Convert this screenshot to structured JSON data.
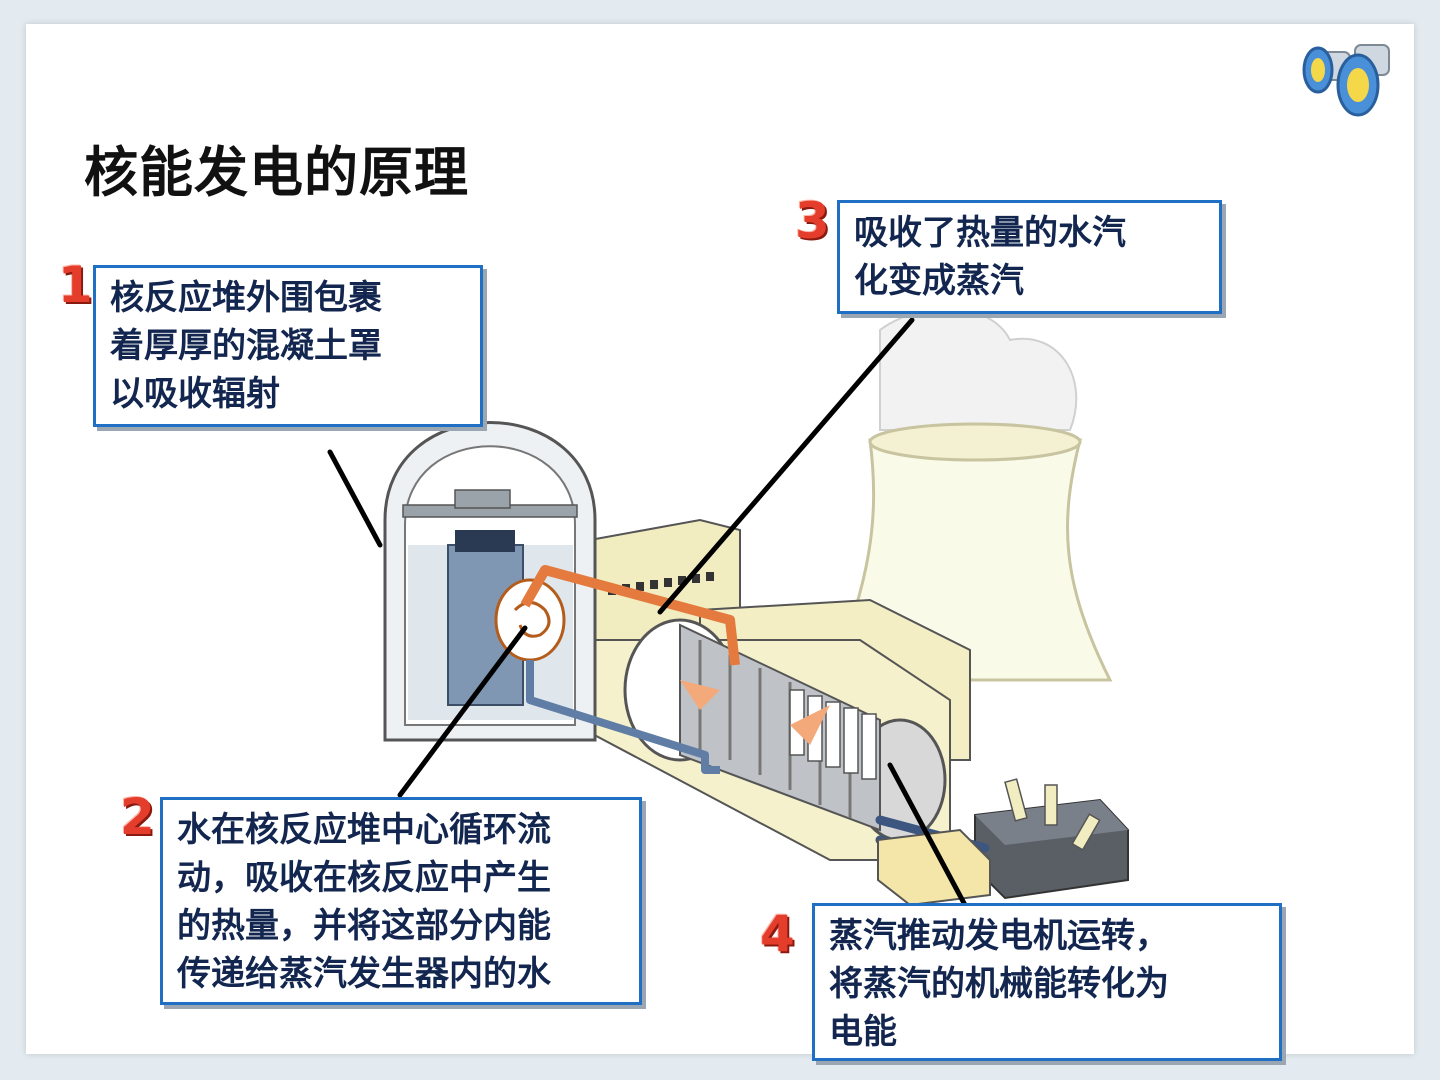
{
  "title": "核能发电的原理",
  "callouts": [
    {
      "number": "1",
      "lines": [
        "核反应堆外围包裹",
        "着厚厚的混凝土罩",
        "以吸收辐射"
      ]
    },
    {
      "number": "2",
      "lines": [
        "水在核反应堆中心循环流",
        "动，吸收在核反应中产生",
        "的热量，并将这部分内能",
        "传递给蒸汽发生器内的水"
      ]
    },
    {
      "number": "3",
      "lines": [
        "吸收了热量的水汽",
        "化变成蒸汽"
      ]
    },
    {
      "number": "4",
      "lines": [
        "蒸汽推动发电机运转，",
        "将蒸汽的机械能转化为",
        "电能"
      ]
    }
  ],
  "icons": [
    "binoculars-icon"
  ],
  "colors": {
    "callout_border": "#1f6fc4",
    "callout_text": "#12264f",
    "number": "#e53d2b"
  }
}
